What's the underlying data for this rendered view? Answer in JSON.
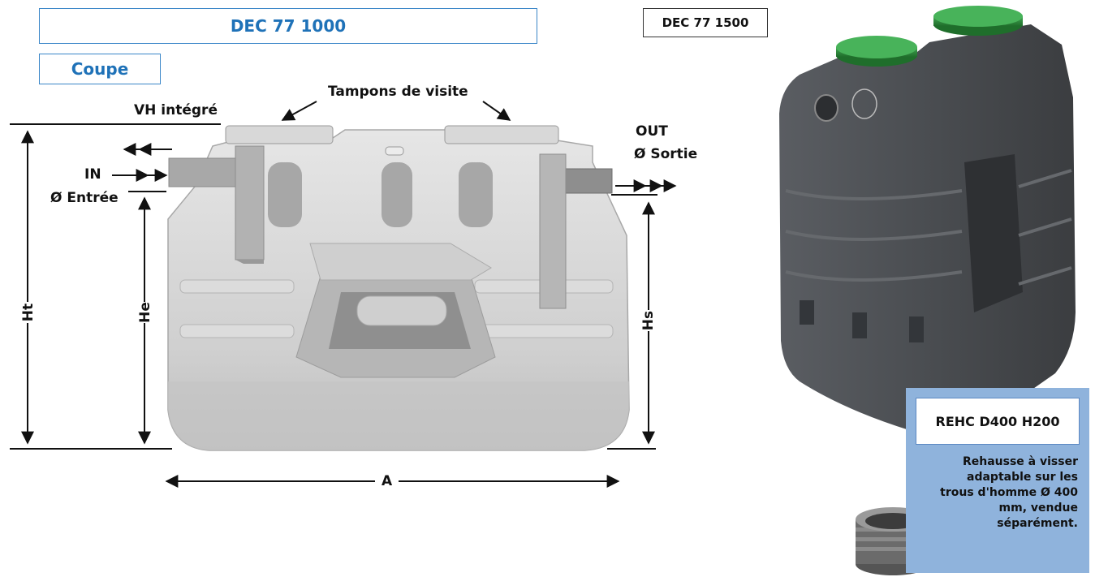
{
  "header": {
    "model": "DEC 77 1000",
    "section": "Coupe",
    "variant": "DEC 77 1500"
  },
  "diagram": {
    "vh": "VH intégré",
    "tampons": "Tampons de visite",
    "in_label": "IN",
    "in_diameter": "Ø Entrée",
    "out_label": "OUT",
    "out_diameter": "Ø Sortie",
    "dim_ht": "Ht",
    "dim_he": "He",
    "dim_hs": "Hs",
    "dim_a": "A"
  },
  "accessory": {
    "title": "REHC D400 H200",
    "description": "Rehausse à visser adaptable sur les trous d'homme Ø 400 mm, vendue séparément."
  },
  "colors": {
    "accent_blue": "#1f72b8",
    "panel_blue": "#8fb3dc",
    "lid_green": "#2e8b3e",
    "tank_dark": "#4b4e52",
    "tank_light": "#d6d6d6"
  }
}
